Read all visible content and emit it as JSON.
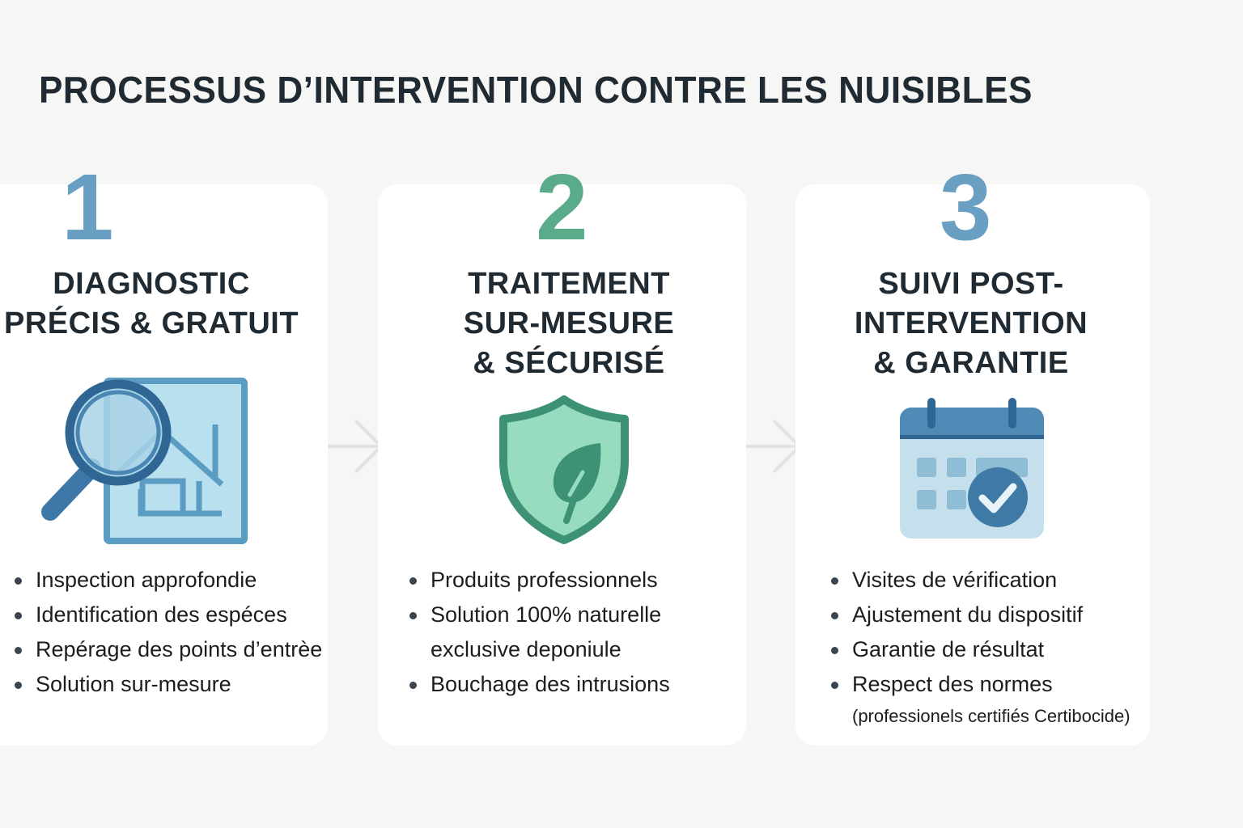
{
  "title": "PROCESSUS D’INTERVENTION CONTRE LES NUISIBLES",
  "colors": {
    "background": "#f6f6f5",
    "card": "#ffffff",
    "step1_number": "#6a9fc4",
    "step2_number": "#5aab8a",
    "step3_number": "#6a9fc4",
    "heading_text": "#1f2a33",
    "arrow": "#e2e2e2"
  },
  "steps": [
    {
      "number": "1",
      "title_lines": [
        "DIAGNOSTIC",
        "PRÉCIS & GRATUIT"
      ],
      "icon": "magnifier-house-icon",
      "bullets": [
        "Inspection approfondie",
        "Identification des espéces",
        "Repérage des points d’entrèe",
        "Solution sur-mesure"
      ]
    },
    {
      "number": "2",
      "title_lines": [
        "TRAITEMENT",
        "SUR-MESURE",
        "& SÉCURISÉ"
      ],
      "icon": "shield-leaf-icon",
      "bullets": [
        "Produits professionnels",
        "Solution 100% naturelle",
        "Bouchage des intrusions"
      ],
      "bullet_continuation": "exclusive deponiule"
    },
    {
      "number": "3",
      "title_lines": [
        "SUIVI POST-",
        "INTERVENTION",
        "& GARANTIE"
      ],
      "icon": "calendar-check-icon",
      "bullets": [
        "Visites de vérification",
        "Ajustement du dispositif",
        "Garantie de résultat",
        "Respect des normes"
      ],
      "note": "(professionels certifiés Certibocide)"
    }
  ],
  "connectors": [
    "arrow-right-icon",
    "arrow-right-icon"
  ]
}
